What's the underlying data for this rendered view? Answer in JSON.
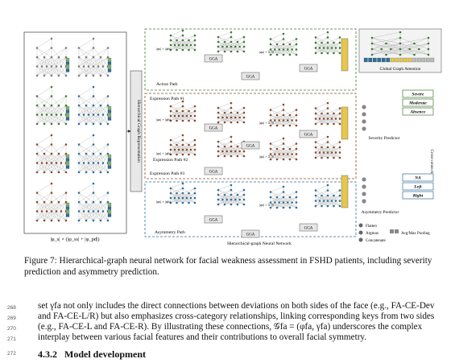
{
  "figure": {
    "left_formula": "|φ_s| × (|φ_ss| + |φ_pd|)",
    "hier_label": "Hierarchical Graph Representation",
    "paths": [
      {
        "label": "Action Path"
      },
      {
        "label": "Expression Path #1"
      },
      {
        "label": "Expression Path #2"
      },
      {
        "label": "Expression Path #3"
      },
      {
        "label": "Asymmetry Path"
      }
    ],
    "gga": "GGA",
    "global_attention": "Global Graph Attention",
    "severity_predictor": "Severity Predictor",
    "asymmetry_predictor": "Asymmetry Predictor",
    "severity_classes": [
      "Severe",
      "Moderate",
      "Absence"
    ],
    "asymmetry_classes": [
      "NA",
      "Left",
      "Right"
    ],
    "cross_connection": "Cross-connection",
    "hgnn_label": "Hierarchical-graph Neural Network",
    "legend": {
      "flatten": "Flatten",
      "argmax": "Argmax",
      "pool": "Avg/Max Pooling",
      "concat": "Concatenate"
    },
    "colors": {
      "green": "#3f7a35",
      "brown": "#8a4a2e",
      "blue": "#2f6f9a",
      "gray": "#7d7d7d",
      "yellow": "#e6c64c"
    }
  },
  "caption": "Figure 7: Hierarchical-graph neural network for facial weakness assessment in FSHD patients, including severity prediction and asymmetry prediction.",
  "lines": [
    {
      "num": "268",
      "text": "set γfa not only includes the direct connections between deviations on both sides of the face (e.g., FA-CE-Dev"
    },
    {
      "num": "269",
      "text": "and FA-CE-L/R) but also emphasizes cross-category relationships, linking corresponding keys from two sides"
    },
    {
      "num": "270",
      "text": "(e.g., FA-CE-L and FA-CE-R). By illustrating these connections, 𝒢fa = (φfa, γfa) underscores the complex"
    },
    {
      "num": "271",
      "text": "interplay between various facial features and their contributions to overall facial symmetry."
    }
  ],
  "section": {
    "num": "272",
    "number": "4.3.2",
    "title": "Model development"
  }
}
